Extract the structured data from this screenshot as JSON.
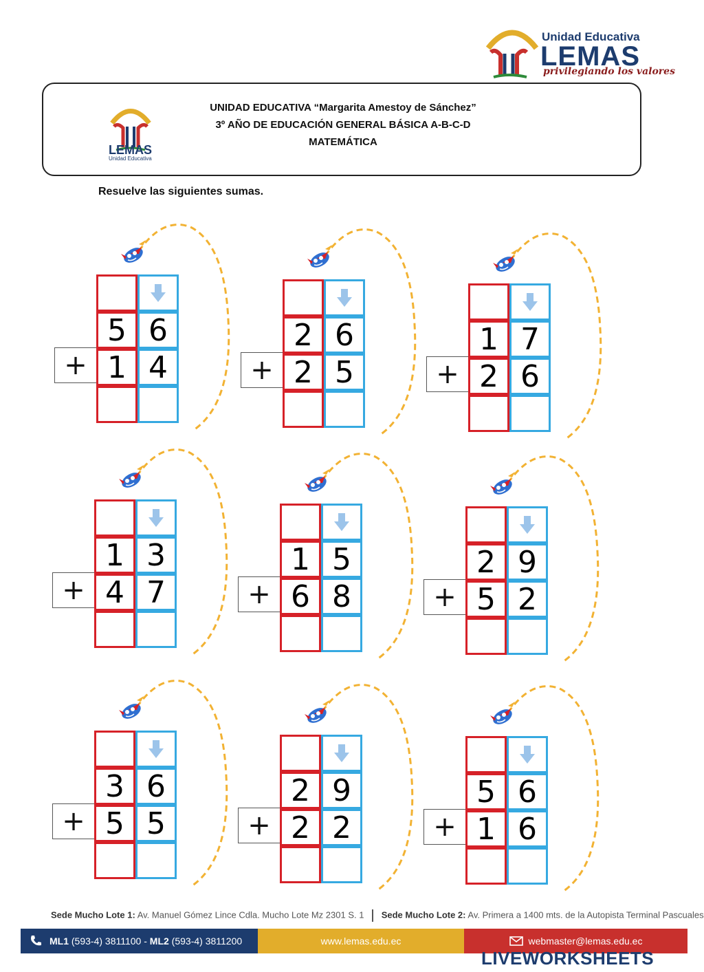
{
  "logo": {
    "line1": "Unidad Educativa",
    "line2": "LEMAS",
    "tagline": "privilegiando los valores",
    "colors": {
      "navy": "#1d3c6e",
      "gold": "#e2ad2b",
      "red": "#c8302d"
    }
  },
  "header": {
    "school": "UNIDAD EDUCATIVA “Margarita Amestoy de Sánchez”",
    "grade": "3º AÑO DE EDUCACIÓN GENERAL BÁSICA A-B-C-D",
    "subject": "MATEMÁTICA",
    "logo_text": "LEMAS",
    "logo_sub": "Unidad Educativa"
  },
  "instruction": "Resuelve las siguientes sumas.",
  "problems": [
    {
      "a": [
        "5",
        "6"
      ],
      "b": [
        "1",
        "4"
      ],
      "op": "+"
    },
    {
      "a": [
        "2",
        "6"
      ],
      "b": [
        "2",
        "5"
      ],
      "op": "+"
    },
    {
      "a": [
        "1",
        "7"
      ],
      "b": [
        "2",
        "6"
      ],
      "op": "+"
    },
    {
      "a": [
        "1",
        "3"
      ],
      "b": [
        "4",
        "7"
      ],
      "op": "+"
    },
    {
      "a": [
        "1",
        "5"
      ],
      "b": [
        "6",
        "8"
      ],
      "op": "+"
    },
    {
      "a": [
        "2",
        "9"
      ],
      "b": [
        "5",
        "2"
      ],
      "op": "+"
    },
    {
      "a": [
        "3",
        "6"
      ],
      "b": [
        "5",
        "5"
      ],
      "op": "+"
    },
    {
      "a": [
        "2",
        "9"
      ],
      "b": [
        "2",
        "2"
      ],
      "op": "+"
    },
    {
      "a": [
        "5",
        "6"
      ],
      "b": [
        "1",
        "6"
      ],
      "op": "+"
    }
  ],
  "footer": {
    "sede1_label": "Sede Mucho Lote 1:",
    "sede1_addr": "Av. Manuel Gómez Lince  Cdla. Mucho Lote  Mz 2301 S. 1",
    "sede2_label": "Sede Mucho Lote 2:",
    "sede2_addr": "Av. Primera a 1400 mts. de la Autopista Terminal Pascuales",
    "ml1": "ML1",
    "phone1": "(593-4) 3811100 -",
    "ml2": "ML2",
    "phone2": "(593-4) 3811200",
    "website": "www.lemas.edu.ec",
    "email": "webmaster@lemas.edu.ec"
  },
  "watermark": "LIVEWORKSHEETS"
}
